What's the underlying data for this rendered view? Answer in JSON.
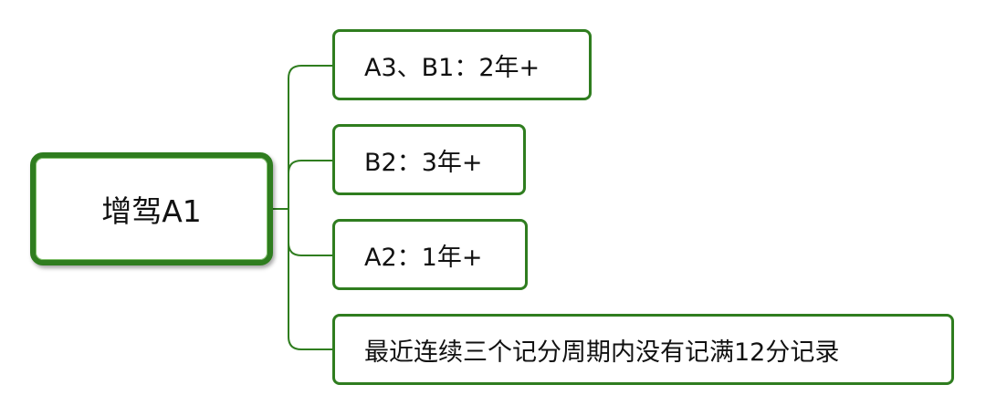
{
  "diagram": {
    "root": {
      "label": "增驾A1"
    },
    "children": [
      {
        "label": "A3、B1：2年+"
      },
      {
        "label": "B2：3年+"
      },
      {
        "label": "A2：1年+"
      },
      {
        "label": "最近连续三个记分周期内没有记满12分记录"
      }
    ],
    "colors": {
      "border": "#2f7d1f",
      "connector": "#2f7d1f",
      "background": "#ffffff",
      "text": "#111111"
    }
  }
}
